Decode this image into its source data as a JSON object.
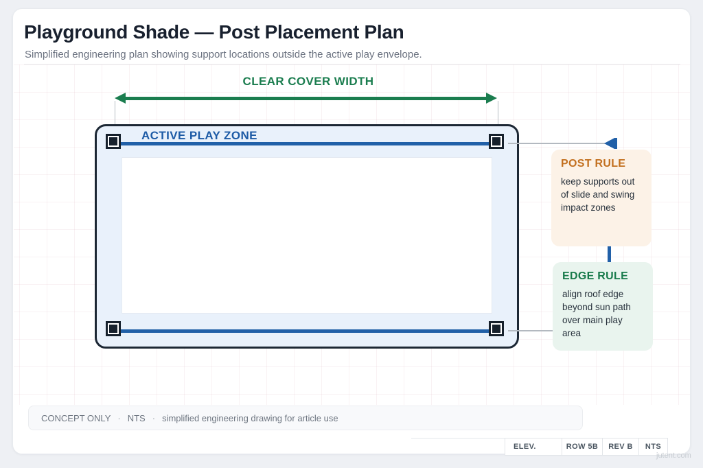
{
  "header": {
    "title": "Playground Shade — Post Placement Plan",
    "subtitle": "Simplified engineering plan showing support locations outside the active play envelope."
  },
  "diagram": {
    "dimension_label": "CLEAR COVER WIDTH",
    "zone_label": "ACTIVE PLAY ZONE",
    "post_rule": {
      "title": "POST RULE",
      "body": "keep supports out of slide and swing impact zones"
    },
    "edge_rule": {
      "title": "EDGE RULE",
      "body": "align roof edge beyond sun path over main play area"
    }
  },
  "colors": {
    "accent_green": "#1b7d4f",
    "accent_blue": "#2160a8",
    "ink": "#1c2734",
    "post_rule_title": "#c26f1e",
    "post_rule_bg": "#fcf2e7",
    "edge_rule_title": "#187a4b",
    "edge_rule_bg": "#e9f4ee",
    "zone_fill": "#e9f1fb"
  },
  "footer": {
    "parts": [
      "CONCEPT ONLY",
      "NTS",
      "simplified engineering drawing for article use"
    ],
    "separator": "·"
  },
  "title_block": {
    "cells": [
      "ELEV.",
      "ROW 5B",
      "REV B",
      "NTS"
    ]
  },
  "watermark": "jutent.com"
}
